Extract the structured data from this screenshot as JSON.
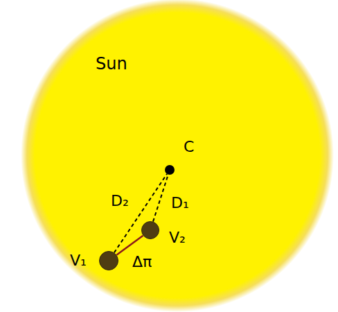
{
  "diagram": {
    "nodes": [
      {
        "text": [
          "Sun"
        ]
      },
      {
        "text": [
          "C"
        ],
        "in": 0
      },
      {
        "text": [
          "V₂"
        ],
        "in": 0
      },
      {
        "text": [
          "V₁"
        ],
        "in": 0
      }
    ],
    "edges": [
      {
        "from": 3,
        "to": 1,
        "arrow": "none",
        "label": "D₂"
      },
      {
        "from": 2,
        "to": 1,
        "arrow": "none",
        "label": "D₁"
      },
      {
        "from": 3,
        "to": 2,
        "arrow": "none",
        "label": "Δπ"
      }
    ]
  }
}
